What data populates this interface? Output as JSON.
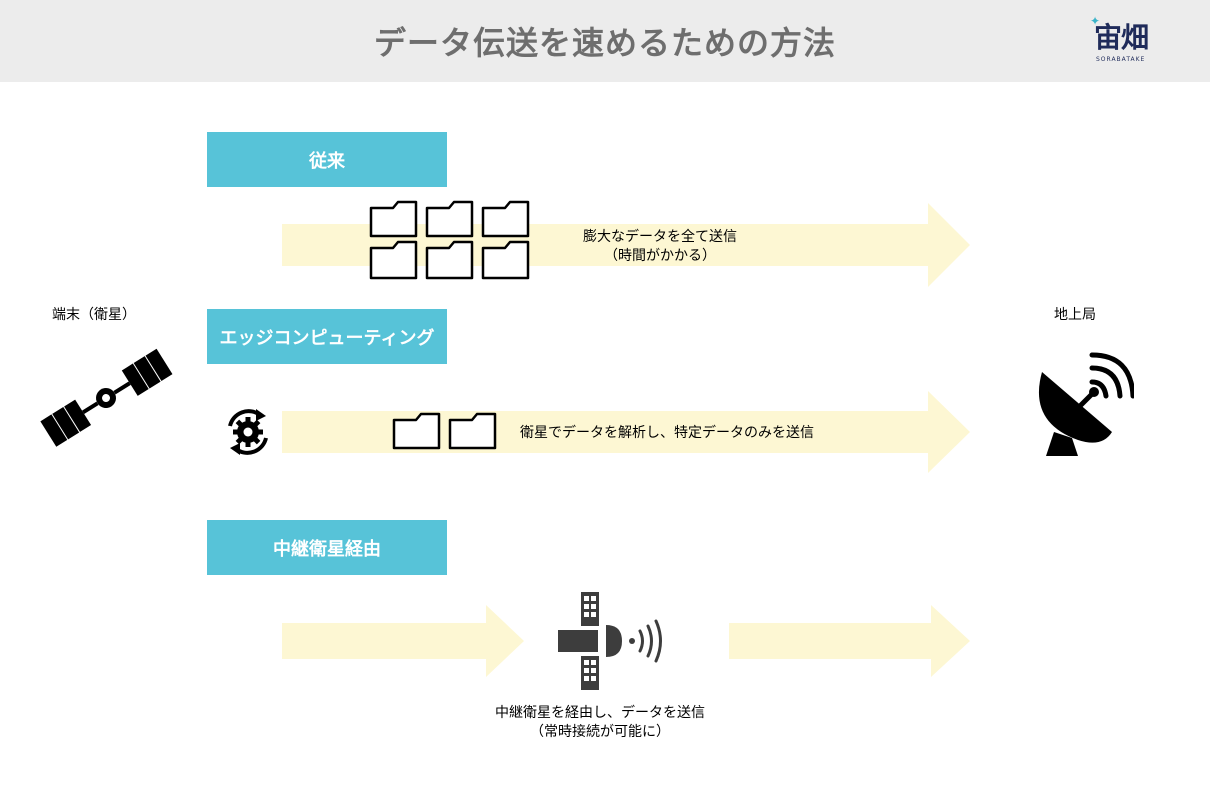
{
  "header": {
    "title": "データ伝送を速めるための方法",
    "logo_text": "宙畑",
    "logo_subtext": "SORABATAKE"
  },
  "nodes": {
    "terminal_label": "端末（衛星）",
    "ground_label": "地上局"
  },
  "sections": [
    {
      "label": "従来",
      "caption_line1": "膨大なデータを全て送信",
      "caption_line2": "（時間がかかる）"
    },
    {
      "label": "エッジコンピューティング",
      "caption_line1": "衛星でデータを解析し、特定データのみを送信"
    },
    {
      "label": "中継衛星経由",
      "caption_line1": "中継衛星を経由し、データを送信",
      "caption_line2": "（常時接続が可能に）"
    }
  ],
  "colors": {
    "label_bg": "#57c3d8",
    "arrow_fill": "#fdf7d3",
    "header_bg": "#ececec",
    "title_color": "#6e6e6e",
    "icon_color": "#000000",
    "relay_icon_color": "#3d3d3d"
  },
  "icons": {
    "terminal": "satellite-icon",
    "ground": "satellite-dish-icon",
    "data": "folder-icon",
    "edge": "gear-cycle-icon",
    "relay": "relay-satellite-icon"
  }
}
